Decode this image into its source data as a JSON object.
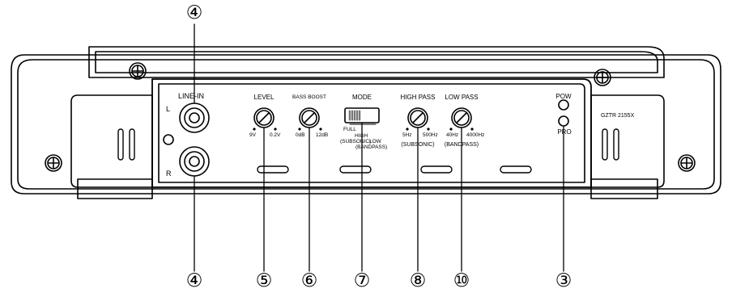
{
  "callouts": {
    "top_line_in": "④",
    "bottom_line_in": "④",
    "level": "⑤",
    "bass_boost": "⑥",
    "mode": "⑦",
    "high_pass": "⑧",
    "low_pass": "⑩",
    "power_protect": "③"
  },
  "labels": {
    "line_in": "LINE-IN",
    "left": "L",
    "right": "R",
    "level": "LEVEL",
    "level_min": "9V",
    "level_max": "0.2V",
    "bass_boost": "BASS BOOST",
    "bass_min": "0dB",
    "bass_max": "12dB",
    "mode": "MODE",
    "mode_full": "FULL",
    "mode_high": "HIGH",
    "mode_subsonic": "(SUBSONIC)",
    "mode_low": "LOW",
    "mode_bandpass": "(BANDPASS)",
    "high_pass": "HIGH PASS",
    "hp_min": "5Hz",
    "hp_max": "500Hz",
    "hp_note": "(SUBSONIC)",
    "low_pass": "LOW PASS",
    "lp_min": "40Hz",
    "lp_max": "4000Hz",
    "lp_note": "(BANDPASS)",
    "pow": "POW",
    "pro": "PRO",
    "model": "GZTR 2155X"
  }
}
